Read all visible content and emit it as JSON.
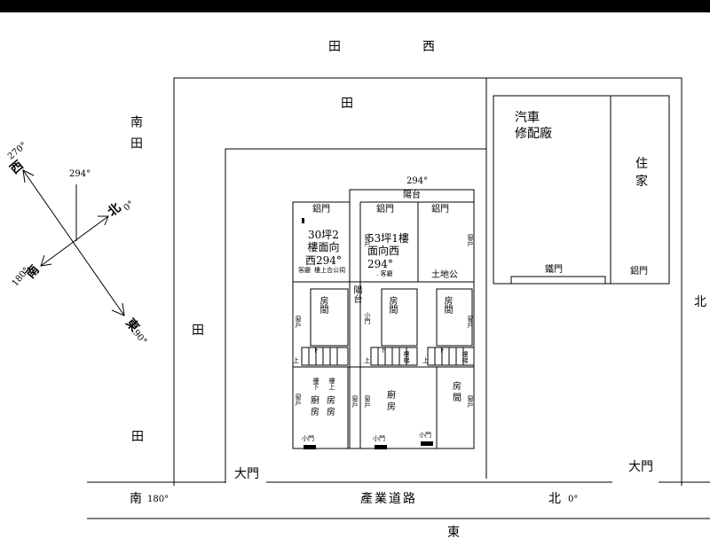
{
  "compass": {
    "west_deg": "270°",
    "west": "西",
    "north_label": "北",
    "north_deg": "0°",
    "deg294": "294°",
    "south_deg": "180°",
    "south": "南",
    "east": "東",
    "east_deg": "90°"
  },
  "surroundings": {
    "field_top": "田",
    "west_top": "西",
    "field_inner": "田",
    "south_field": "南田",
    "field_left_mid": "田",
    "field_left_low": "田",
    "north_right": "北",
    "road_south": "南",
    "road_south_deg": "180°",
    "road_name": "產業道路",
    "road_north": "北",
    "road_north_deg": "0°",
    "east_bottom": "東",
    "main_gate_left": "大門",
    "main_gate_right": "大門"
  },
  "buildings": {
    "auto_shop": "汽車\n修配廠",
    "residence": "住\n家",
    "iron_gate": "鐵門",
    "alu_gate_res": "鋁門"
  },
  "house": {
    "angle_top": "294°",
    "balcony_top": "陽台",
    "balcony_side": "陽台",
    "unit_a_alu": "鋁門",
    "unit_a_desc": "30坪2\n樓面向\n西294°",
    "unit_a_living": "客廳",
    "unit_a_note": "樓上合公祠",
    "unit_b_alu1": "鋁門",
    "unit_b_alu2": "鋁門",
    "unit_b_desc": "53坪1樓\n面向西\n294°",
    "unit_b_living": ". 客廳",
    "earth_god": "土地公",
    "window": "窗戶",
    "room": "房間",
    "stairs": "樓梯",
    "up": "上",
    "down": "下",
    "kitchen": "廚\n房",
    "room2": "房\n房",
    "kitchen_b": "廚\n房",
    "room_c": "房\n間",
    "small_door": "小門",
    "small_door_side": "小門",
    "downstairs": "樓下",
    "upstairs": "樓上"
  },
  "colors": {
    "line": "#000000",
    "background": "#ffffff"
  }
}
